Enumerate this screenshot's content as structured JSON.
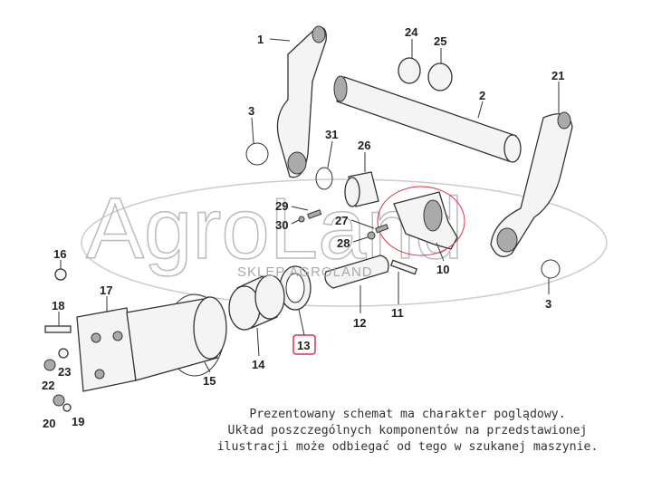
{
  "diagram": {
    "watermark": "AgroLand",
    "watermark_sub": "SKLEP AGROLAND",
    "highlight_color": "#d9304a",
    "labels": [
      "1",
      "24",
      "25",
      "2",
      "21",
      "3",
      "31",
      "26",
      "29",
      "30",
      "27",
      "28",
      "10",
      "16",
      "17",
      "18",
      "12",
      "11",
      "3",
      "13",
      "14",
      "15",
      "23",
      "22",
      "20",
      "19"
    ],
    "highlighted_label": "13"
  },
  "note": {
    "line1": "Prezentowany schemat ma charakter poglądowy.",
    "line2": "Układ poszczególnych komponentów na przedstawionej",
    "line3": "ilustracji może odbiegać od tego w szukanej maszynie."
  }
}
